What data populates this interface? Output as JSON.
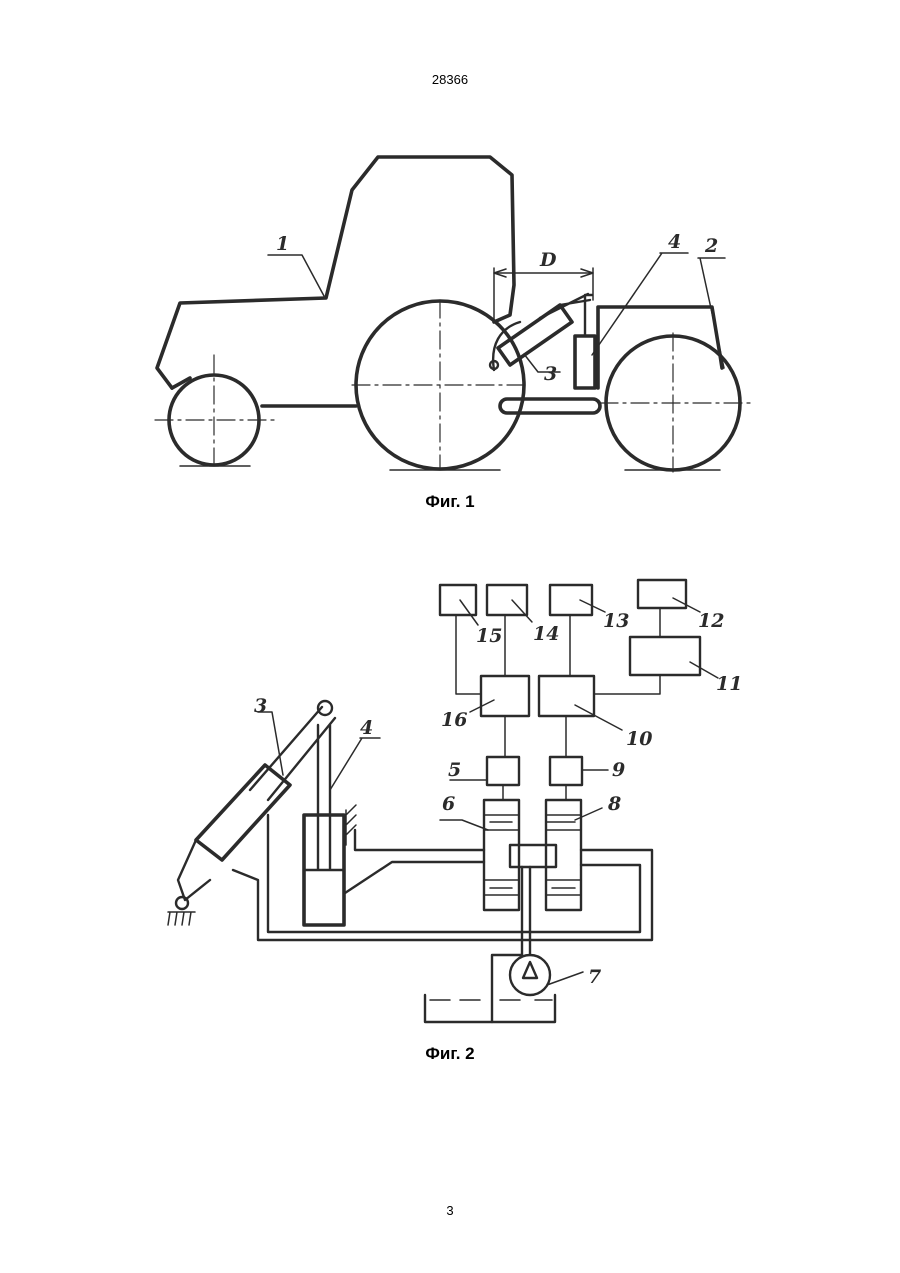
{
  "header": {
    "doc_number": "28366"
  },
  "figure1": {
    "caption": "Фиг. 1",
    "labels": {
      "l1": "1",
      "l2": "2",
      "l3": "3",
      "l4": "4",
      "dim": "D"
    }
  },
  "figure2": {
    "caption": "Фиг. 2",
    "labels": {
      "l3": "3",
      "l4": "4",
      "l5": "5",
      "l6": "6",
      "l7": "7",
      "l8": "8",
      "l9": "9",
      "l10": "10",
      "l11": "11",
      "l12": "12",
      "l13": "13",
      "l14": "14",
      "l15": "15",
      "l16": "16"
    }
  },
  "footer": {
    "page_number": "3"
  }
}
